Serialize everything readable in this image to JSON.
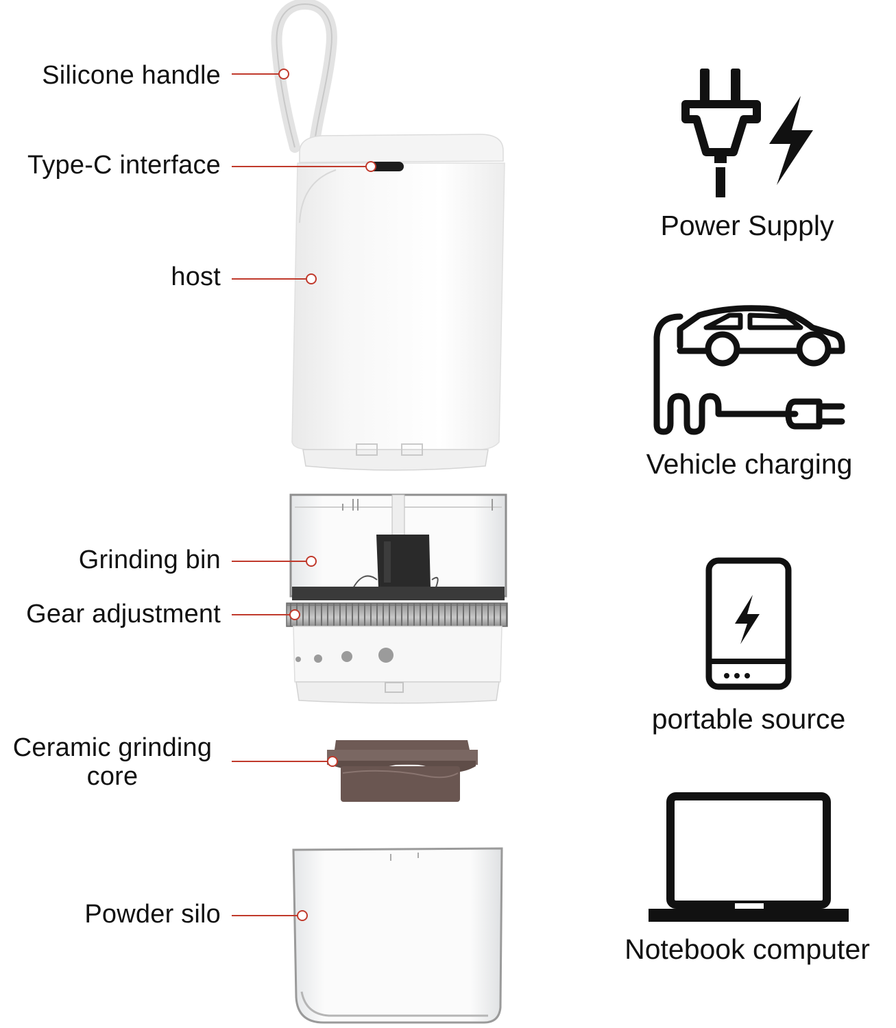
{
  "parts": {
    "handle": "Silicone handle",
    "typec": "Type-C interface",
    "host": "host",
    "bin": "Grinding bin",
    "gear": "Gear adjustment",
    "core": "Ceramic grinding core",
    "silo": "Powder silo"
  },
  "power": {
    "supply": "Power Supply",
    "vehicle": "Vehicle charging",
    "portable": "portable source",
    "notebook": "Notebook computer"
  },
  "colors": {
    "callout": "#c0392b",
    "core": "#6e5a55",
    "gear": "#8a8a8a",
    "icon": "#111111"
  }
}
